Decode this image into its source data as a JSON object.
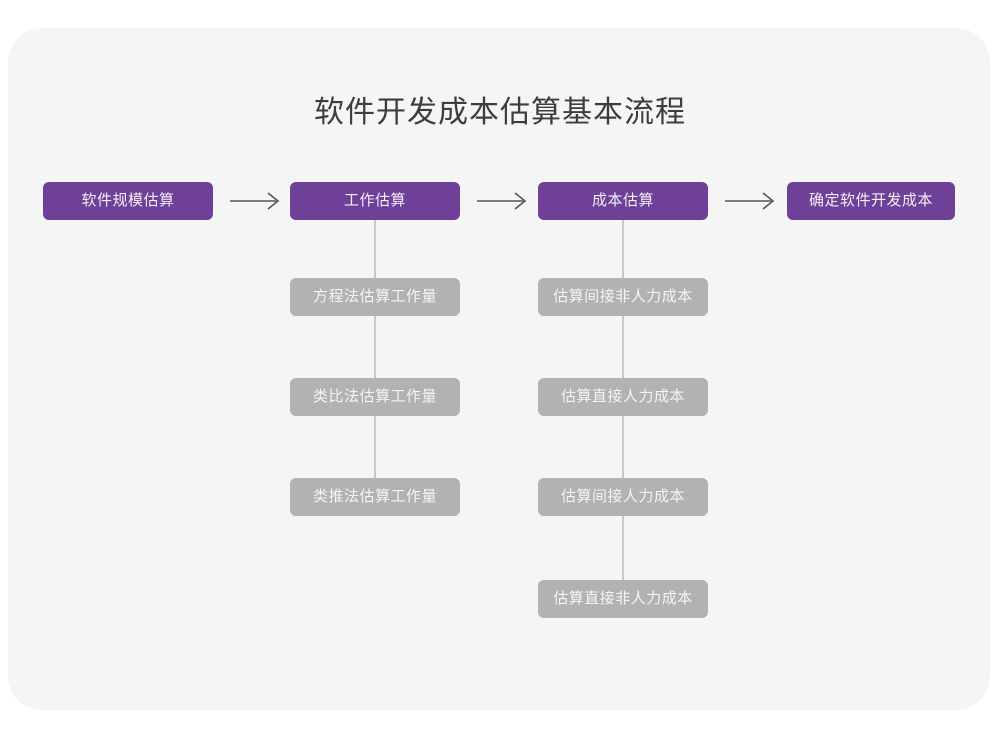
{
  "page": {
    "background_color": "#ffffff",
    "card_color": "#f5f5f6"
  },
  "diagram": {
    "type": "flowchart",
    "title": "软件开发成本估算基本流程",
    "colors": {
      "primary_box": "#6f4098",
      "primary_text": "#f2eef6",
      "secondary_box": "#b2b2b2",
      "secondary_text": "#f4f4f4",
      "connector": "#c9c9c9",
      "arrow": "#555555",
      "title_text": "#3d3d3d"
    },
    "main_flow": [
      {
        "id": "step-1",
        "label": "软件规模估算"
      },
      {
        "id": "step-2",
        "label": "工作估算"
      },
      {
        "id": "step-3",
        "label": "成本估算"
      },
      {
        "id": "step-4",
        "label": "确定软件开发成本"
      }
    ],
    "arrows": [
      {
        "id": "arrow-1",
        "glyph": "⟶",
        "from": "step-1",
        "to": "step-2"
      },
      {
        "id": "arrow-2",
        "glyph": "⟶",
        "from": "step-2",
        "to": "step-3"
      },
      {
        "id": "arrow-3",
        "glyph": "⟶",
        "from": "step-3",
        "to": "step-4"
      }
    ],
    "branches": [
      {
        "id": "branch-work-estimation",
        "parent": "step-2",
        "items": [
          {
            "id": "work-1",
            "label": "方程法估算工作量"
          },
          {
            "id": "work-2",
            "label": "类比法估算工作量"
          },
          {
            "id": "work-3",
            "label": "类推法估算工作量"
          }
        ]
      },
      {
        "id": "branch-cost-estimation",
        "parent": "step-3",
        "items": [
          {
            "id": "cost-1",
            "label": "估算间接非人力成本"
          },
          {
            "id": "cost-2",
            "label": "估算直接人力成本"
          },
          {
            "id": "cost-3",
            "label": "估算间接人力成本"
          },
          {
            "id": "cost-4",
            "label": "估算直接非人力成本"
          }
        ]
      }
    ]
  }
}
